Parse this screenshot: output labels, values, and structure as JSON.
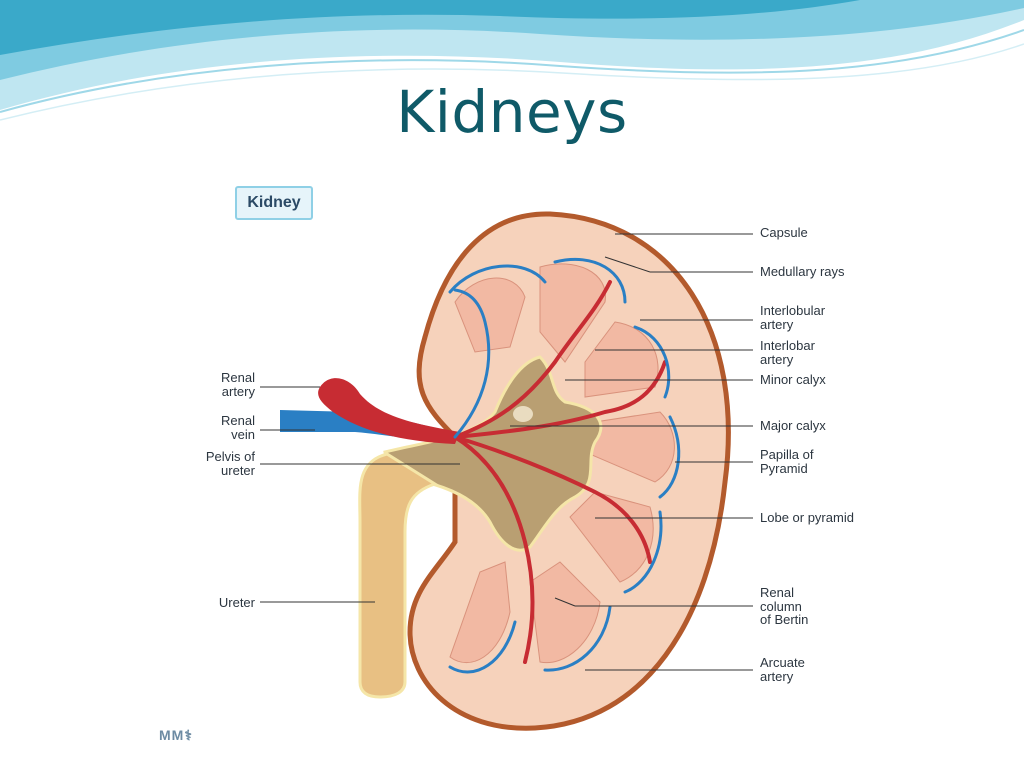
{
  "slide": {
    "title": "Kidneys"
  },
  "figure": {
    "badge": "Kidney",
    "logo": "MM⚕",
    "labels": {
      "capsule": "Capsule",
      "medullary_rays": "Medullary rays",
      "interlobular_artery": "Interlobular\nartery",
      "interlobar_artery": "Interlobar\nartery",
      "minor_calyx": "Minor calyx",
      "major_calyx": "Major calyx",
      "papilla_of_pyramid": "Papilla of\nPyramid",
      "lobe_or_pyramid": "Lobe or pyramid",
      "renal_column": "Renal\ncolumn\nof Bertin",
      "arcuate_artery": "Arcuate\nartery",
      "renal_artery": "Renal\nartery",
      "renal_vein": "Renal\nvein",
      "pelvis_of_ureter": "Pelvis of\nureter",
      "ureter": "Ureter"
    }
  },
  "colors": {
    "title": "#0f5a68",
    "cortex": "#f6d2bb",
    "pyramid": "#f2b9a3",
    "pelvis": "#b99f72",
    "ureter": "#e8c083",
    "artery": "#c72c33",
    "vein": "#2a7fc4",
    "capsule": "#b35a2c"
  }
}
